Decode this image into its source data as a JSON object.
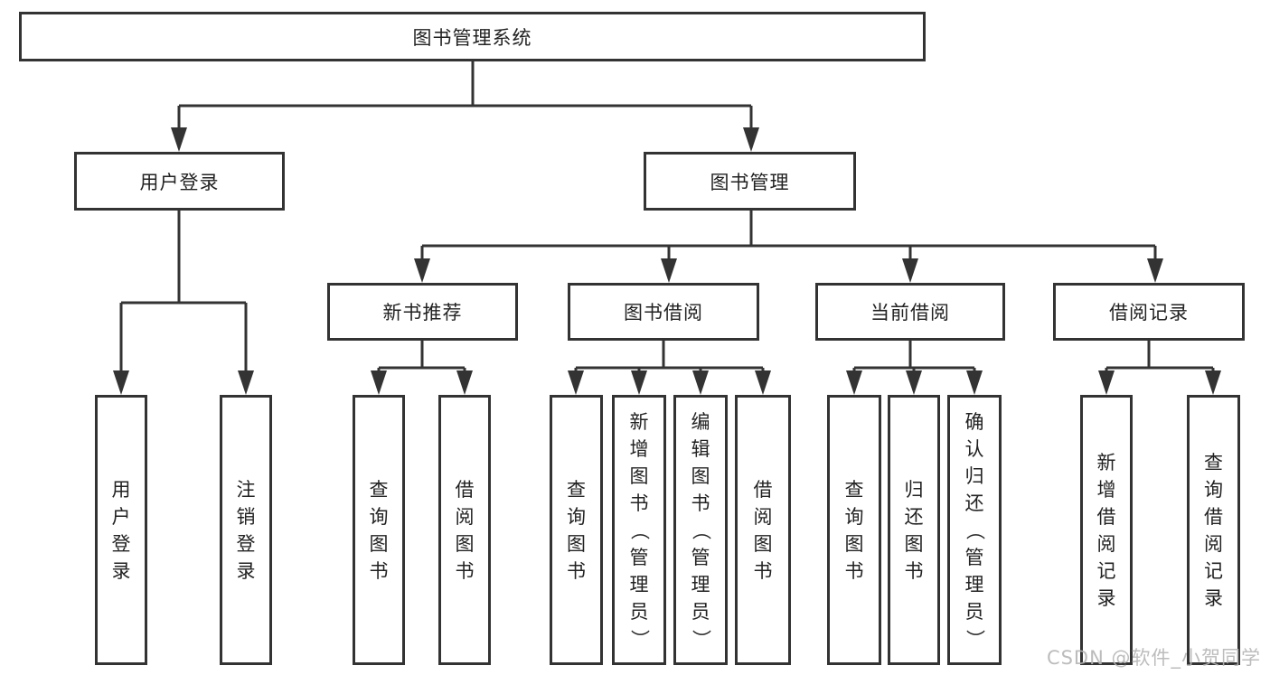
{
  "diagram_type": "functional-structure-tree",
  "colors": {
    "background": "#ffffff",
    "line": "#333333",
    "box_border": "#333333",
    "text": "#222222",
    "watermark": "#b5b5b5"
  },
  "watermark": {
    "text": "CSDN @软件_小贺同学"
  },
  "tree": {
    "label": "图书管理系统",
    "children": [
      {
        "label": "用户登录",
        "children": [
          {
            "label": "用户登录"
          },
          {
            "label": "注销登录"
          }
        ]
      },
      {
        "label": "图书管理",
        "children": [
          {
            "label": "新书推荐",
            "children": [
              {
                "label": "查询图书"
              },
              {
                "label": "借阅图书"
              }
            ]
          },
          {
            "label": "图书借阅",
            "children": [
              {
                "label": "查询图书"
              },
              {
                "label": "新增图书（管理员）"
              },
              {
                "label": "编辑图书（管理员）"
              },
              {
                "label": "借阅图书"
              }
            ]
          },
          {
            "label": "当前借阅",
            "children": [
              {
                "label": "查询图书"
              },
              {
                "label": "归还图书"
              },
              {
                "label": "确认归还（管理员）"
              }
            ]
          },
          {
            "label": "借阅记录",
            "children": [
              {
                "label": "新增借阅记录"
              },
              {
                "label": "查询借阅记录"
              }
            ]
          }
        ]
      }
    ]
  }
}
